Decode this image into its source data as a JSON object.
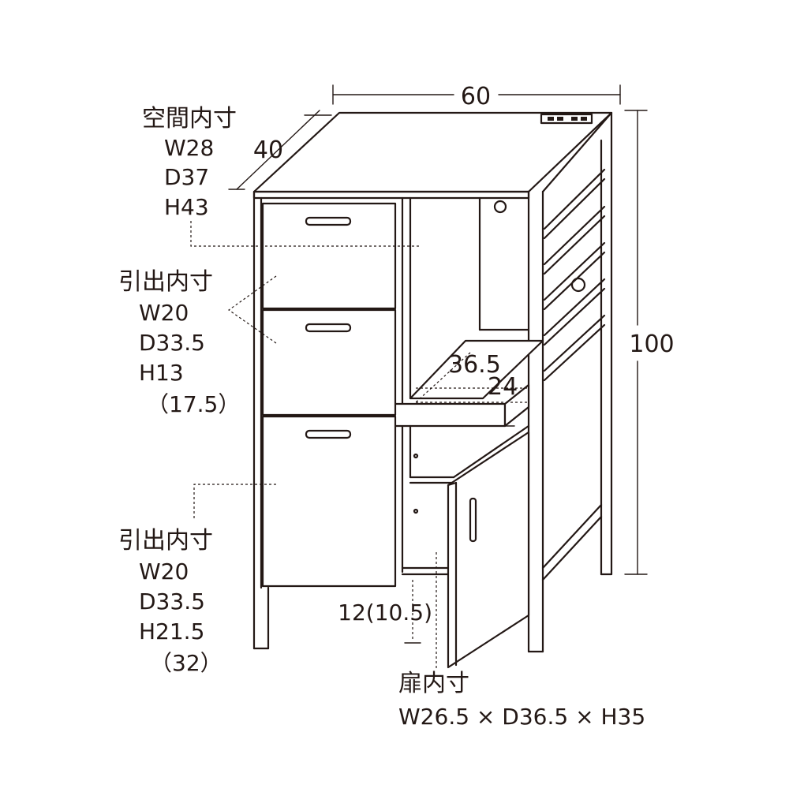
{
  "dimensions": {
    "width": "60",
    "depth": "40",
    "height": "100"
  },
  "top_space": {
    "title": "空間内寸",
    "w": "W28",
    "d": "D37",
    "h": "H43"
  },
  "drawer_upper": {
    "title": "引出内寸",
    "w": "W20",
    "d": "D33.5",
    "h": "H13",
    "alt": "（17.5）"
  },
  "drawer_lower": {
    "title": "引出内寸",
    "w": "W20",
    "d": "D33.5",
    "h": "H21.5",
    "alt": "（32）"
  },
  "slide_shelf": {
    "depth": "36.5",
    "width": "24"
  },
  "floor_clearance": "12(10.5)",
  "door": {
    "title": "扉内寸",
    "size": "W26.5 × D36.5 × H35"
  }
}
